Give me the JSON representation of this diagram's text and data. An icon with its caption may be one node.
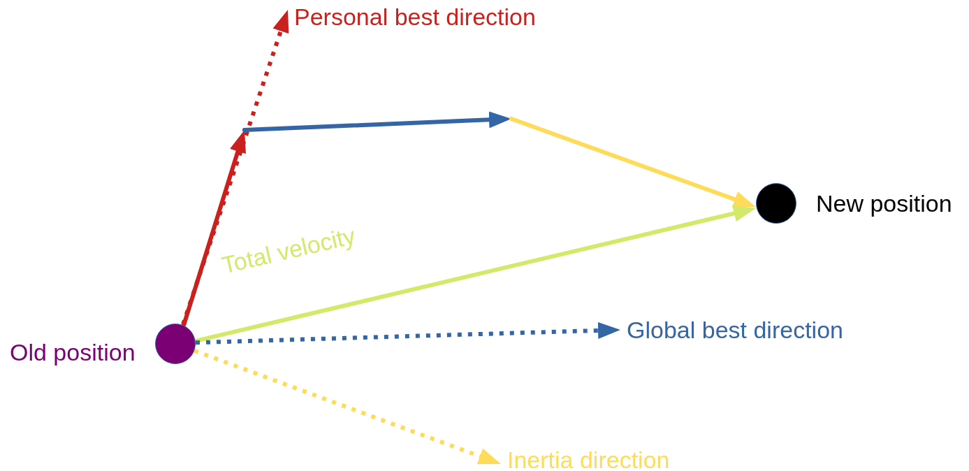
{
  "diagram": {
    "nodes": [
      {
        "text": [],
        "shape": "circle",
        "beside": [
          "Old position"
        ]
      },
      {
        "text": [],
        "shape": "circle",
        "beside": [
          "New position"
        ]
      },
      {
        "text": [
          "Personal best direction"
        ]
      },
      {
        "text": [
          "Global best direction"
        ]
      },
      {
        "text": [
          "Inertia direction"
        ]
      },
      {
        "text": [],
        "shape": "point"
      },
      {
        "text": [],
        "shape": "point"
      }
    ],
    "edges": [
      {
        "from": 0,
        "to": 2,
        "arrow": "to",
        "style": "dashed",
        "color": "#c9211e"
      },
      {
        "from": 0,
        "to": 5,
        "arrow": "to",
        "color": "#c9211e"
      },
      {
        "from": 5,
        "to": 6,
        "arrow": "to",
        "color": "#3465a4"
      },
      {
        "from": 6,
        "to": 1,
        "arrow": "to",
        "color": "#ffdb5a"
      },
      {
        "from": 0,
        "to": 1,
        "arrow": "to",
        "label": "Total velocity",
        "color": "#d4e96a"
      },
      {
        "from": 0,
        "to": 3,
        "arrow": "to",
        "style": "dashed",
        "color": "#3465a4"
      },
      {
        "from": 0,
        "to": 4,
        "arrow": "to",
        "style": "dashed",
        "color": "#ffdb5a"
      }
    ]
  }
}
